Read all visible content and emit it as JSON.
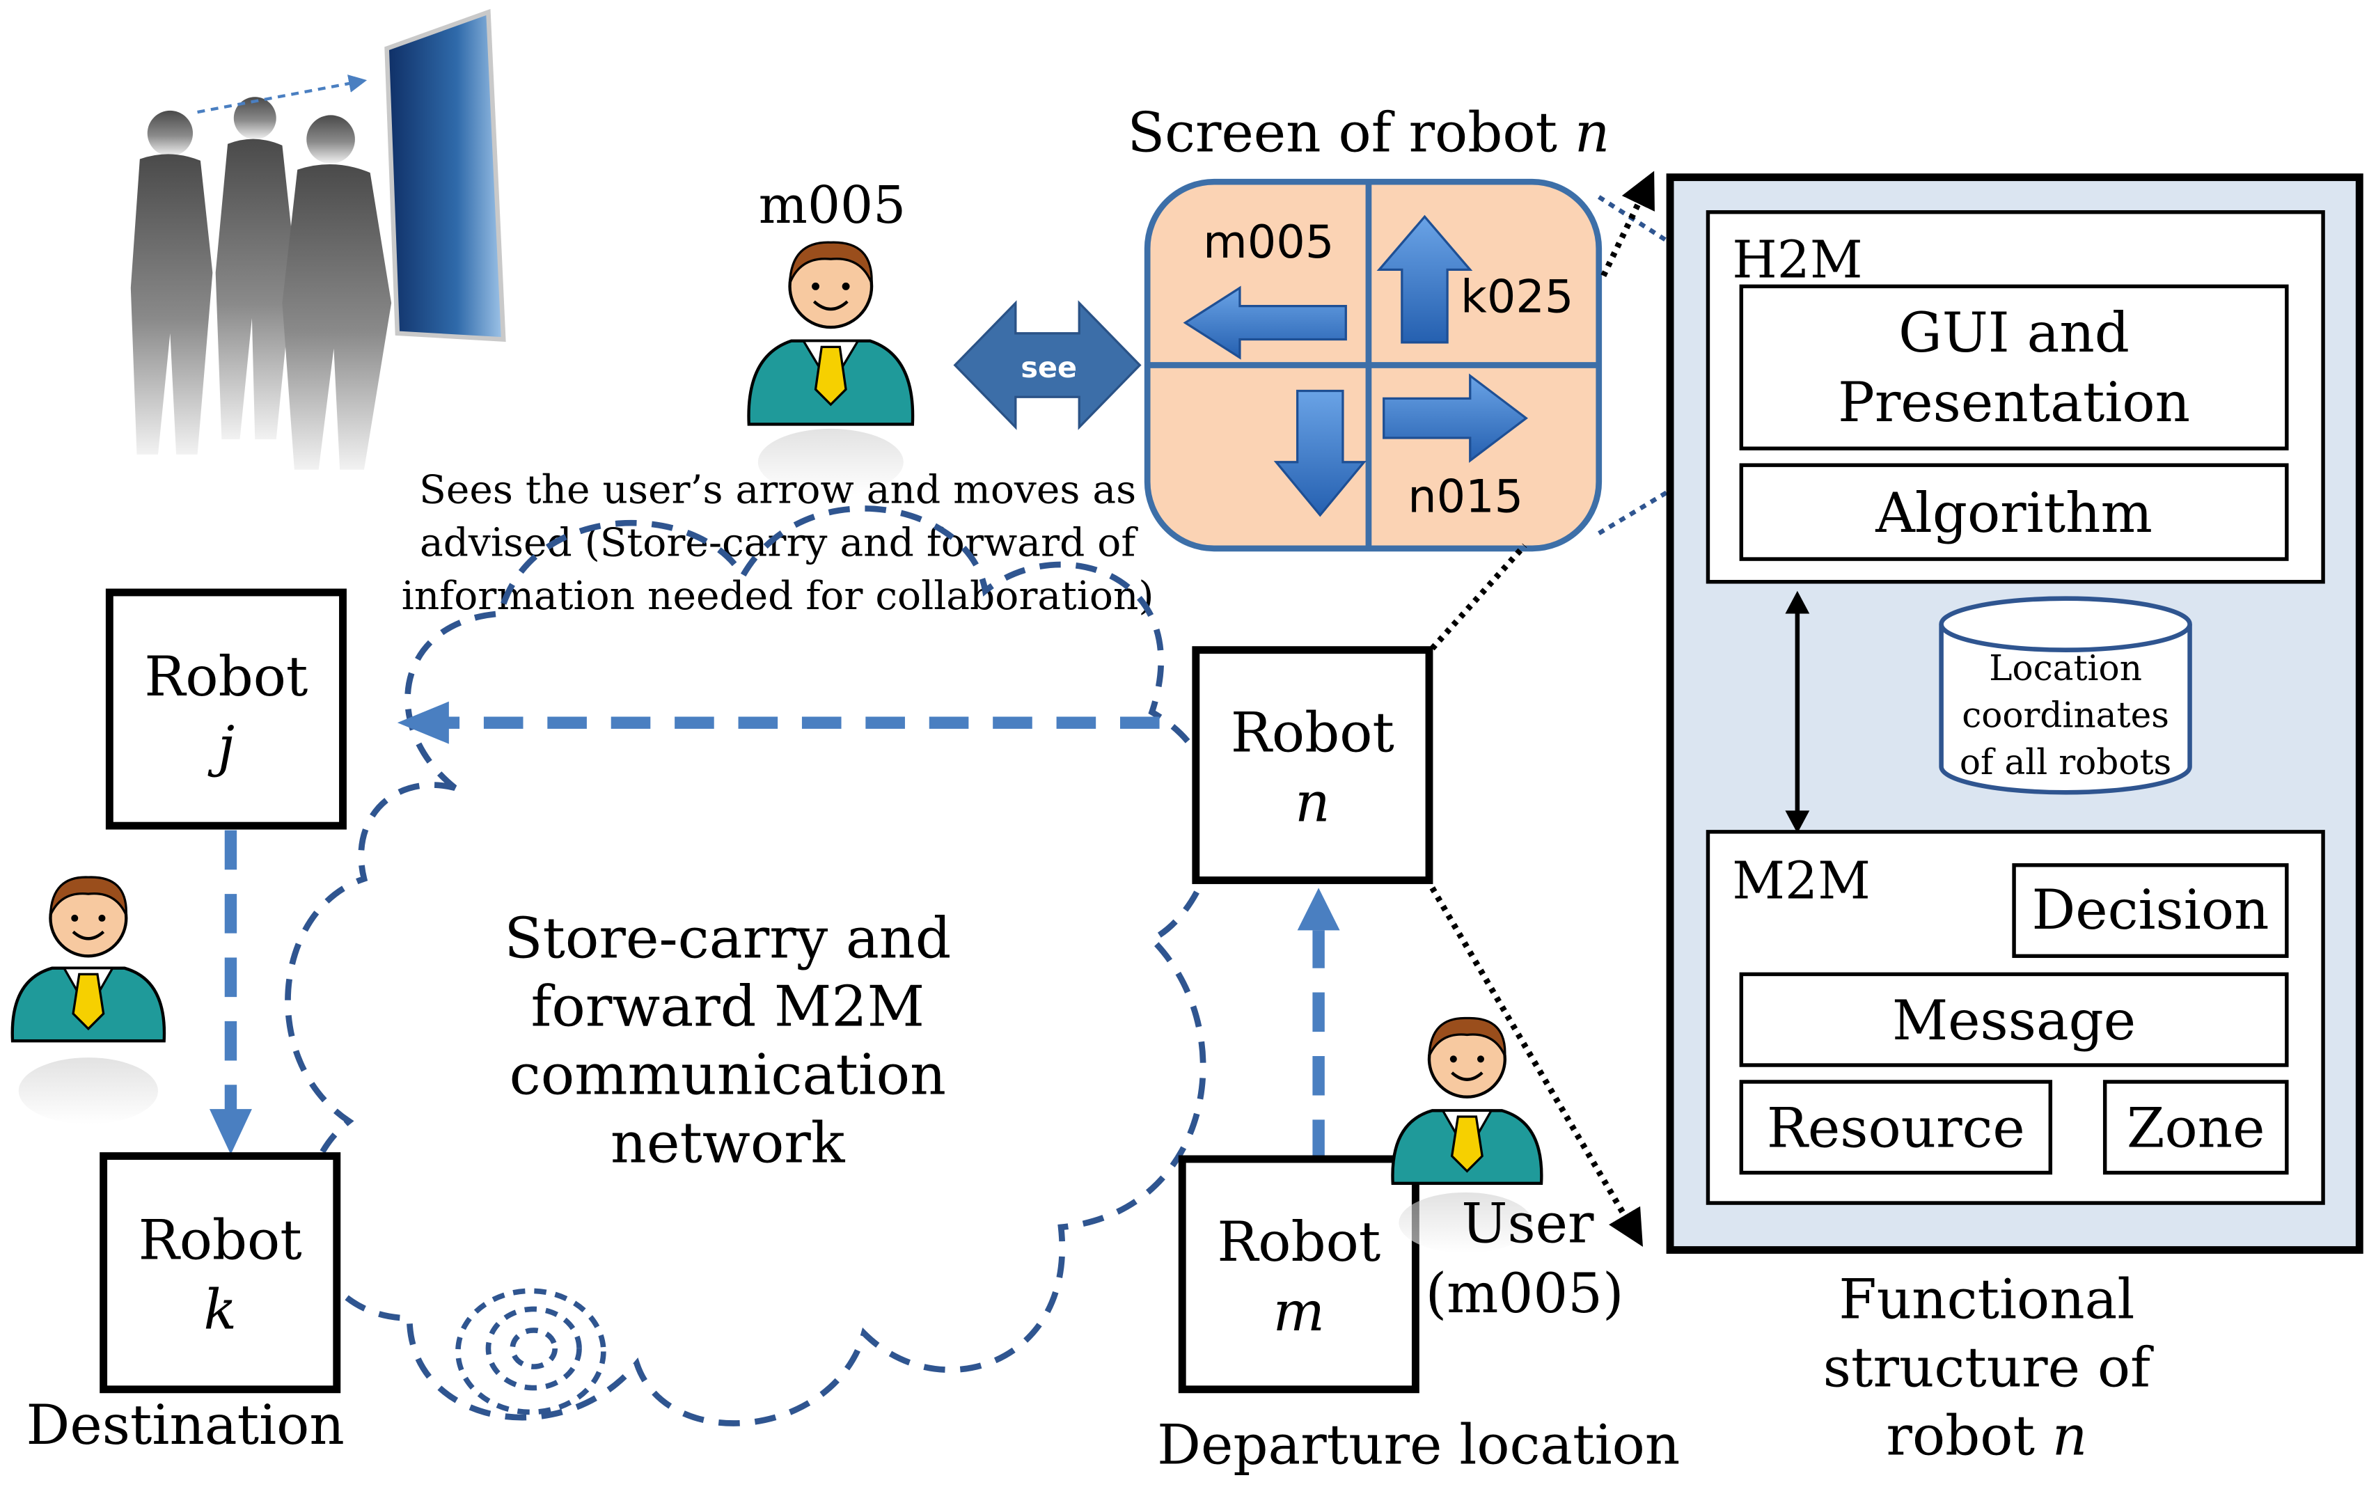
{
  "screen": {
    "title_prefix": "Screen of robot ",
    "title_var": "n",
    "q_tl": "m005",
    "q_tr": "k025",
    "q_br": "n015"
  },
  "see_label": "see",
  "user_top_label": "m005",
  "caption": {
    "line1": "Sees the user’s arrow and moves as",
    "line2": "advised (Store-carry and forward of",
    "line3": "information needed for collaboration)"
  },
  "robots": {
    "word": "Robot",
    "j": "j",
    "k": "k",
    "n": "n",
    "m": "m"
  },
  "cloud": {
    "line1": "Store-carry and",
    "line2": "forward M2M",
    "line3": "communication",
    "line4": "network"
  },
  "destination": "Destination",
  "departure": "Departure location",
  "user": {
    "line1": "User",
    "line2": "(m005)"
  },
  "functional": {
    "h2m": "H2M",
    "gui_line1": "GUI  and",
    "gui_line2": "Presentation",
    "algorithm": "Algorithm",
    "db_line1": "Location",
    "db_line2": "coordinates",
    "db_line3": "of all robots",
    "m2m": "M2M",
    "decision": "Decision",
    "message": "Message",
    "resource": "Resource",
    "zone": "Zone",
    "caption_line1": "Functional",
    "caption_line2": "structure of",
    "caption_line3_prefix": "robot ",
    "caption_line3_var": "n"
  },
  "colors": {
    "accent_blue": "#4a7fc1",
    "dashed_cloud": "#2f5590",
    "screen_fill": "#fbd3b4",
    "panel_fill": "#dbe5f1",
    "person_body": "#1f9a9a",
    "person_tie": "#f6d000"
  }
}
